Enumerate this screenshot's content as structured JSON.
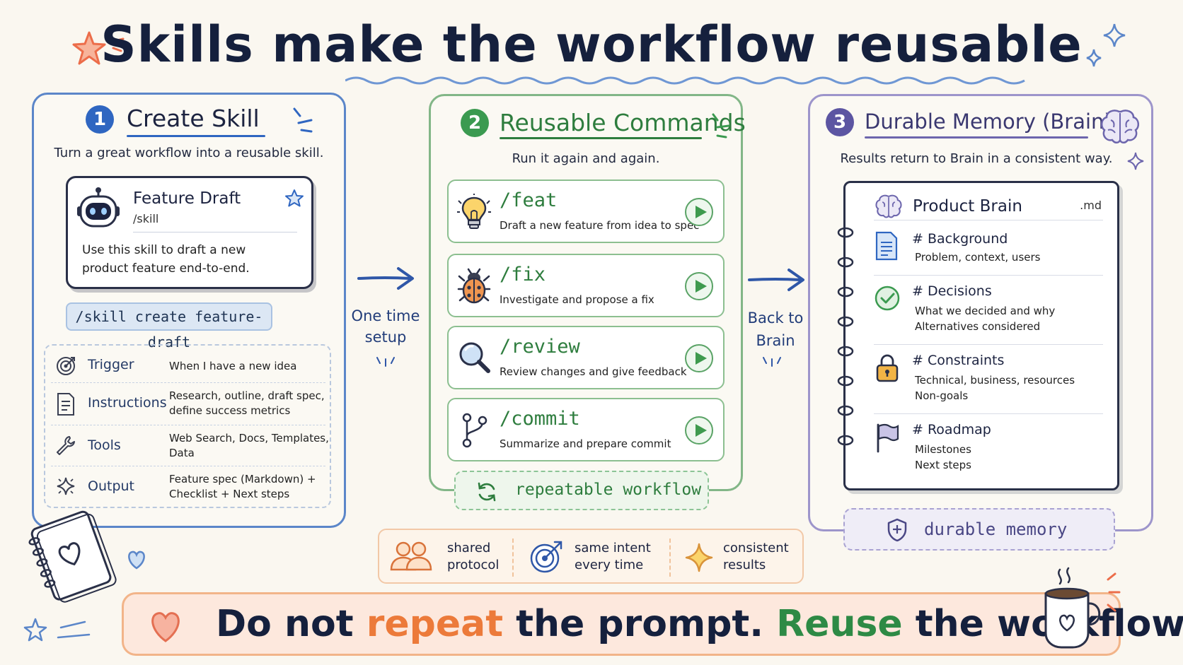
{
  "title": "Skills make the workflow reusable",
  "colors": {
    "blue": "#5b86c9",
    "green": "#82b687",
    "purple": "#9d95cb",
    "orange": "#ec7a3a",
    "navy": "#15203d"
  },
  "panel1": {
    "number": "1",
    "title": "Create Skill",
    "subtitle": "Turn a great workflow into a reusable skill.",
    "card": {
      "name": "Feature Draft",
      "type": "/skill",
      "description_line1": "Use this skill to draft a new",
      "description_line2": "product feature end-to-end.",
      "icon": "robot-icon"
    },
    "command": "/skill create feature-draft",
    "rows": [
      {
        "name": "Trigger",
        "desc_line1": "When I have a new idea",
        "desc_line2": "",
        "icon": "target-icon"
      },
      {
        "name": "Instructions",
        "desc_line1": "Research, outline, draft spec,",
        "desc_line2": "define success metrics",
        "icon": "document-icon"
      },
      {
        "name": "Tools",
        "desc_line1": "Web Search, Docs, Templates,",
        "desc_line2": "Data",
        "icon": "wrench-icon"
      },
      {
        "name": "Output",
        "desc_line1": "Feature spec (Markdown) +",
        "desc_line2": "Checklist + Next steps",
        "icon": "sparkle-icon"
      }
    ]
  },
  "arrow1": {
    "line1": "One time",
    "line2": "setup"
  },
  "panel2": {
    "number": "2",
    "title": "Reusable Commands",
    "subtitle": "Run it again and again.",
    "commands": [
      {
        "name": "/feat",
        "desc": "Draft a new feature from idea to spec",
        "icon": "lightbulb-icon"
      },
      {
        "name": "/fix",
        "desc": "Investigate and propose a fix",
        "icon": "bug-icon"
      },
      {
        "name": "/review",
        "desc": "Review changes and give feedback",
        "icon": "magnifier-icon"
      },
      {
        "name": "/commit",
        "desc": "Summarize and prepare commit",
        "icon": "git-branch-icon"
      }
    ],
    "footer": "repeatable workflow"
  },
  "arrow2": {
    "line1": "Back to",
    "line2": "Brain"
  },
  "panel3": {
    "number": "3",
    "title": "Durable Memory (Brain)",
    "subtitle": "Results return to Brain in a consistent way.",
    "book": {
      "title": "Product Brain",
      "ext": ".md",
      "sections": [
        {
          "heading": "# Background",
          "items": [
            "Problem, context, users"
          ],
          "icon": "page-icon"
        },
        {
          "heading": "# Decisions",
          "items": [
            "What we decided and why",
            "Alternatives considered"
          ],
          "icon": "check-circle-icon"
        },
        {
          "heading": "# Constraints",
          "items": [
            "Technical, business, resources",
            "Non-goals"
          ],
          "icon": "lock-icon"
        },
        {
          "heading": "# Roadmap",
          "items": [
            "Milestones",
            "Next steps"
          ],
          "icon": "flag-icon"
        }
      ]
    },
    "footer": "durable memory"
  },
  "benefits": [
    {
      "line1": "shared",
      "line2": "protocol",
      "icon": "people-icon"
    },
    {
      "line1": "same intent",
      "line2": "every time",
      "icon": "target-arrow-icon"
    },
    {
      "line1": "consistent",
      "line2": "results",
      "icon": "sparkle-icon"
    }
  ],
  "banner": {
    "part1": "Do not ",
    "part2": "repeat",
    "part3": " the prompt. ",
    "part4": "Reuse",
    "part5": " the workflow."
  }
}
